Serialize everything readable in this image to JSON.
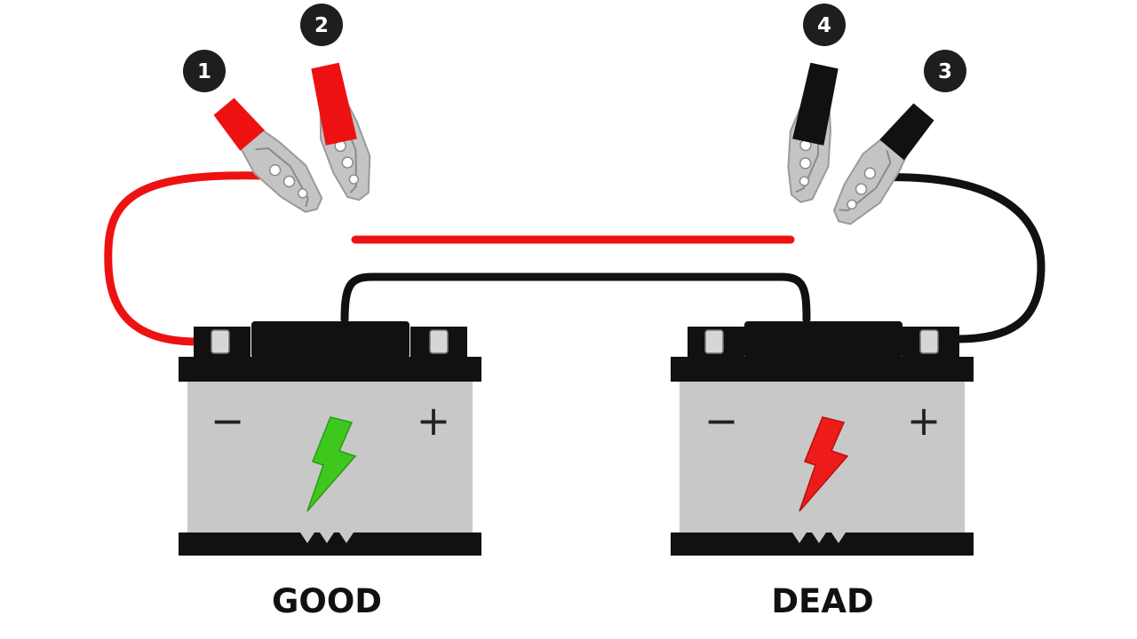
{
  "steps": [
    "1",
    "2",
    "3",
    "4"
  ],
  "batteries": {
    "good": {
      "label": "GOOD",
      "minus": "−",
      "plus": "+",
      "bolt_icon": "lightning-bolt-icon",
      "bolt_color": "#3ec81e"
    },
    "dead": {
      "label": "DEAD",
      "minus": "−",
      "plus": "+",
      "bolt_icon": "lightning-bolt-icon",
      "bolt_color": "#ee1b1b"
    }
  },
  "cables": {
    "positive_color": "#ee1111",
    "negative_color": "#111111"
  },
  "clamps": {
    "icon": "alligator-clamp-icon",
    "jaw_color": "#c4c4c4"
  }
}
